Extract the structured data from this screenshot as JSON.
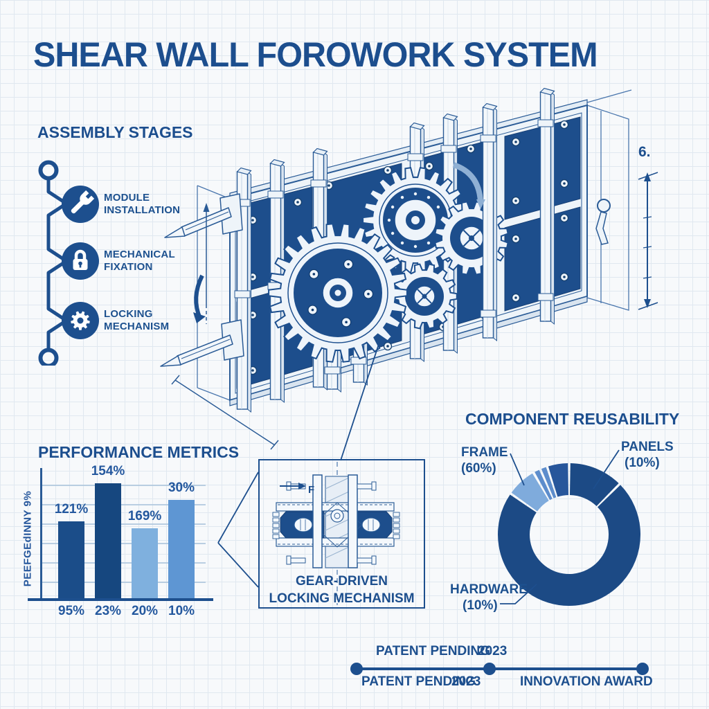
{
  "page_title": "SHEAR WALL FOROWORK SYSTEM",
  "assembly": {
    "heading": "ASSEMBLY STAGES",
    "stages": [
      {
        "icon": "wrench-icon",
        "line1": "MODULE",
        "line2": "INSTALLATION"
      },
      {
        "icon": "lock-icon",
        "line1": "MECHANICAL",
        "line2": "FIXATION"
      },
      {
        "icon": "gear-icon",
        "line1": "LOCKING",
        "line2": "MECHANISM"
      }
    ]
  },
  "drawing": {
    "dimension_label": "6.",
    "force_label": "F"
  },
  "detail_box": {
    "caption_line1": "GEAR-DRIVEN",
    "caption_line2": "LOCKING MECHANISM"
  },
  "chart_data": [
    {
      "type": "bar",
      "title": "PERFORMANCE METRICS",
      "ylabel": "PEEFGEdINNY 9%",
      "ylim": [
        0,
        100
      ],
      "grid": true,
      "bars": [
        {
          "label_above": "121%",
          "label_below": "95%",
          "height_pct": 65,
          "color": "#1b4d89"
        },
        {
          "label_above": "154%",
          "label_below": "23%",
          "height_pct": 96.5,
          "color": "#16477f"
        },
        {
          "label_above": "169%",
          "label_below": "20%",
          "height_pct": 59,
          "color": "#7fb0de"
        },
        {
          "label_above": "30%",
          "label_below": "10%",
          "height_pct": 83,
          "color": "#5e96d3"
        }
      ]
    },
    {
      "type": "donut",
      "title": "COMPONENT REUSABILITY",
      "labels": [
        {
          "name": "FRAME",
          "value": "(60%)"
        },
        {
          "name": "PANELS",
          "value": "(10%)"
        },
        {
          "name": "HARDWARE",
          "value": "(10%)"
        }
      ],
      "segments": [
        {
          "from": 0,
          "to": 45,
          "color": "#1c4a85"
        },
        {
          "from": 45,
          "to": 305,
          "color": "#1c4a85"
        },
        {
          "from": 305,
          "to": 330,
          "color": "#7fabdc"
        },
        {
          "from": 330,
          "to": 336,
          "color": "#5d8dcc"
        },
        {
          "from": 336,
          "to": 342,
          "color": "#5d8dcc"
        },
        {
          "from": 342,
          "to": 360,
          "color": "#27569b"
        }
      ]
    }
  ],
  "footer_timeline": {
    "above": [
      "PATENT PENDING",
      "2023"
    ],
    "below": [
      "PATENT PENDING",
      "2023",
      "INNOVATION AWARD"
    ]
  }
}
